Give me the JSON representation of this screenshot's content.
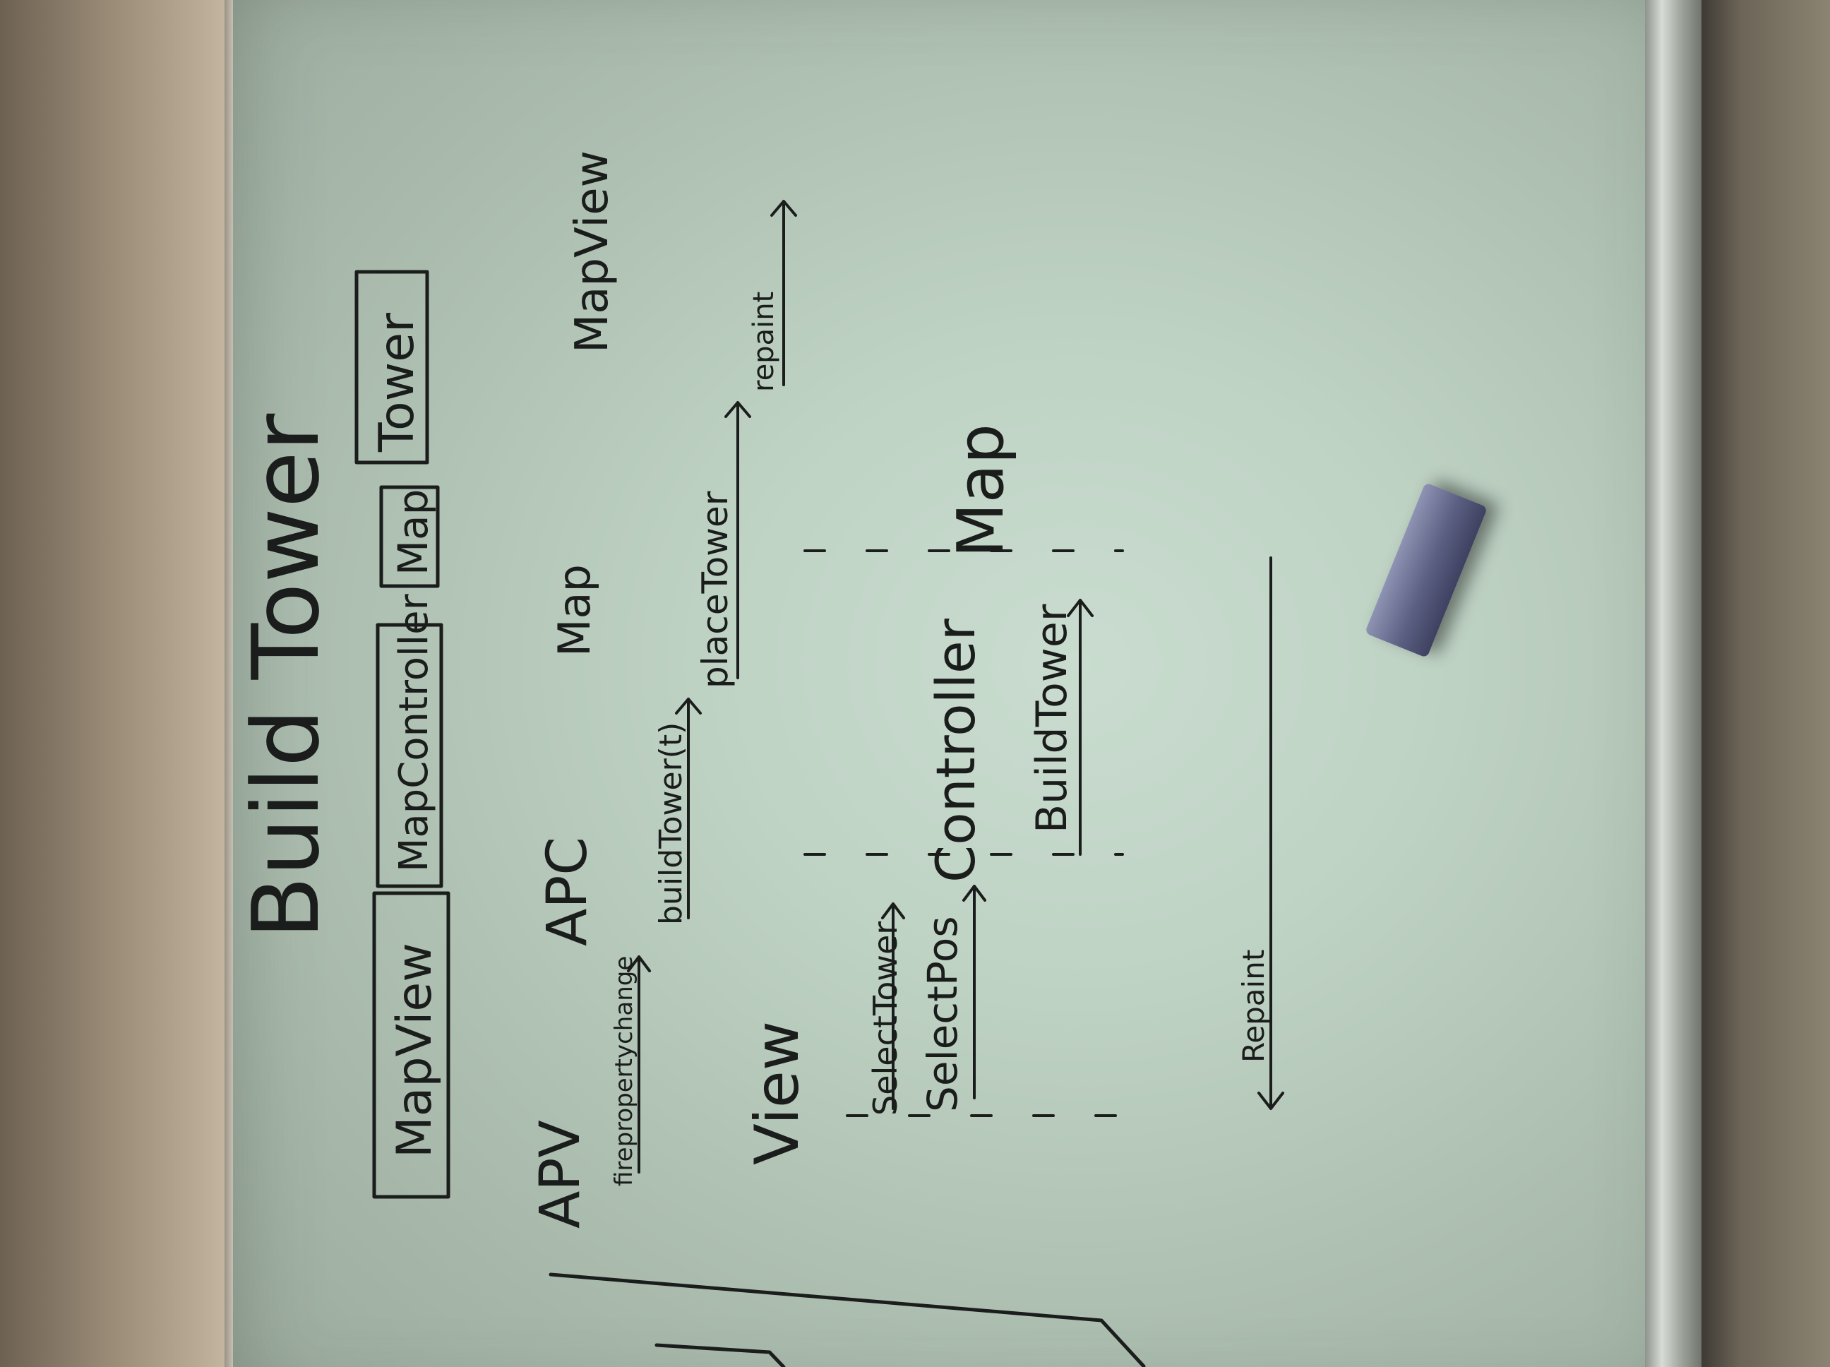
{
  "whiteboard": {
    "title": "Build Tower",
    "classes": [
      "MapView",
      "MapController",
      "Map",
      "Tower"
    ],
    "lanes_top": [
      "APV",
      "APC",
      "Map",
      "MapView"
    ],
    "lanes_bottom": [
      "View",
      "Controller",
      "Map"
    ],
    "messages_top": [
      "firepropertychange",
      "buildTower(t)",
      "placeTower",
      "repaint"
    ],
    "messages_bottom": [
      "SelectTower",
      "SelectPos",
      "BuildTower",
      "Repaint"
    ]
  },
  "colors": {
    "ink": "#1a1d1b",
    "board": "#c2d6c8",
    "eraser": "#5b5f82"
  }
}
